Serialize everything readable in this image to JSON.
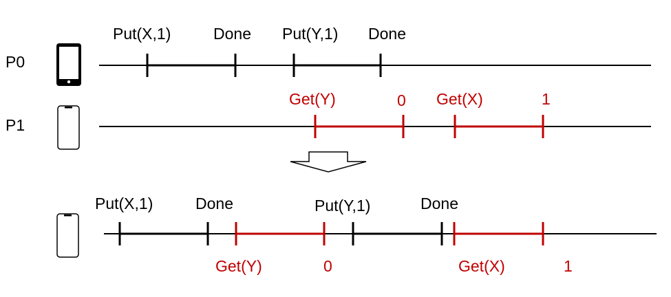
{
  "colors": {
    "write": "#000000",
    "read": "#c00000"
  },
  "processes": [
    {
      "label": "P0",
      "device_icon": "smartphone-filled-icon"
    },
    {
      "label": "P1",
      "device_icon": "smartphone-outline-icon"
    }
  ],
  "top": {
    "p0_ops": [
      {
        "call": "Put(X,1)",
        "response": "Done"
      },
      {
        "call": "Put(Y,1)",
        "response": "Done"
      }
    ],
    "p1_ops": [
      {
        "call": "Get(Y)",
        "response": "0"
      },
      {
        "call": "Get(X)",
        "response": "1"
      }
    ]
  },
  "arrow_icon": "down-arrow-icon",
  "bottom": {
    "device_icon": "smartphone-outline-icon",
    "ops": [
      {
        "call": "Put(X,1)",
        "response": "Done",
        "kind": "write"
      },
      {
        "call": "Get(Y)",
        "response": "0",
        "kind": "read"
      },
      {
        "call": "Put(Y,1)",
        "response": "Done",
        "kind": "write"
      },
      {
        "call": "Get(X)",
        "response": "1",
        "kind": "read"
      }
    ]
  }
}
